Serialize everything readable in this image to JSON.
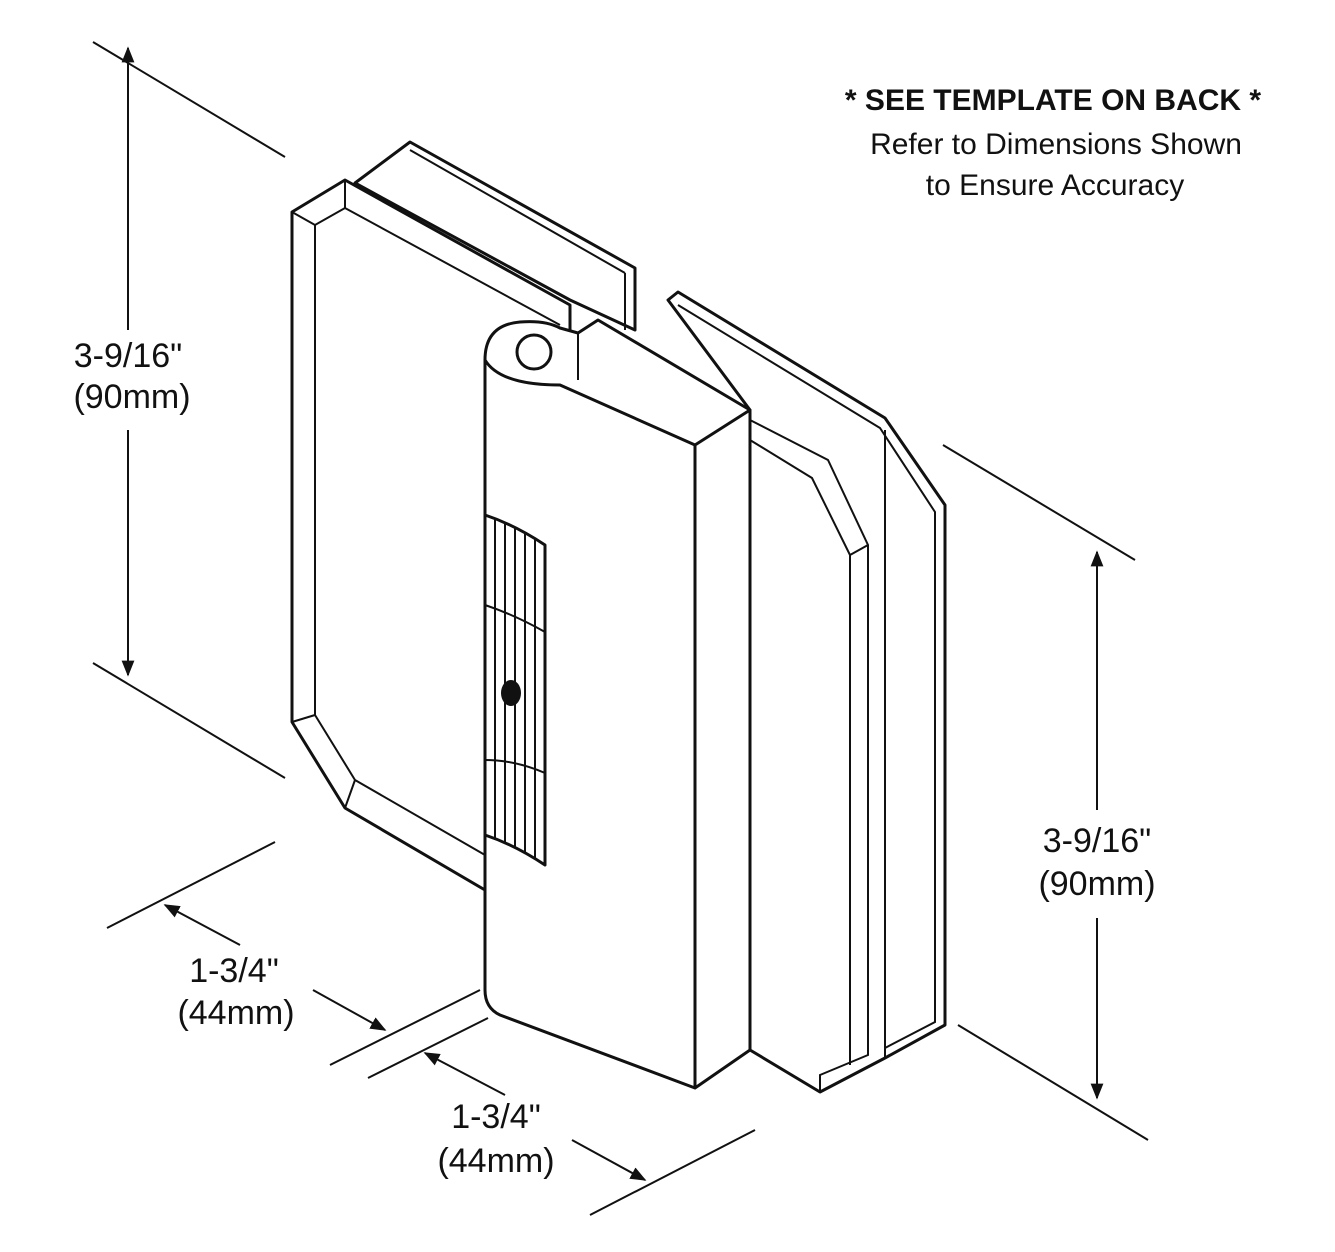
{
  "note": {
    "heading": "* SEE TEMPLATE ON BACK *",
    "line1": "Refer to Dimensions Shown",
    "line2": "to Ensure Accuracy"
  },
  "dimensions": {
    "left_height": {
      "imperial": "3-9/16\"",
      "metric": "(90mm)"
    },
    "right_height": {
      "imperial": "3-9/16\"",
      "metric": "(90mm)"
    },
    "left_depth": {
      "imperial": "1-3/4\"",
      "metric": "(44mm)"
    },
    "bottom_depth": {
      "imperial": "1-3/4\"",
      "metric": "(44mm)"
    }
  },
  "colors": {
    "line": "#111111",
    "background": "#ffffff"
  }
}
